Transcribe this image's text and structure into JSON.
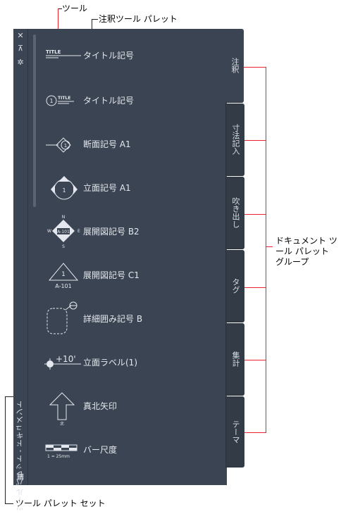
{
  "callouts": {
    "tool": "ツール",
    "palette": "注釈ツール パレット",
    "tab_group": [
      "ドキュメント ツ",
      "ール パレット",
      "グループ"
    ],
    "palette_set": "ツール パレット セット"
  },
  "palette": {
    "title": "ツール パレット - ドキュメント",
    "tools": [
      {
        "label": "タイトル記号",
        "icon": "title-mark-icon"
      },
      {
        "label": "タイトル記号",
        "icon": "title-mark-numbered-icon"
      },
      {
        "label": "断面記号 A1",
        "icon": "section-mark-icon"
      },
      {
        "label": "立面記号 A1",
        "icon": "elevation-mark-icon"
      },
      {
        "label": "展開図記号 B2",
        "icon": "interior-elevation-b2-icon"
      },
      {
        "label": "展開図記号 C1",
        "icon": "interior-elevation-c1-icon"
      },
      {
        "label": "詳細囲み記号 B",
        "icon": "detail-boundary-icon"
      },
      {
        "label": "立面ラベル(1)",
        "icon": "elevation-label-icon"
      },
      {
        "label": "真北矢印",
        "icon": "north-arrow-icon"
      },
      {
        "label": "バー尺度",
        "icon": "bar-scale-icon"
      }
    ],
    "icon_text": {
      "title": "TITLE",
      "num1": "1",
      "sheet": "A-101",
      "n": "N",
      "s": "S",
      "e": "E",
      "w": "W",
      "elev": "+10'",
      "north": "北",
      "scale": "1 = 25mm"
    },
    "tabs": [
      "注釈",
      "寸法記入",
      "吹き出し",
      "タグ",
      "集計",
      "テーマ"
    ]
  }
}
